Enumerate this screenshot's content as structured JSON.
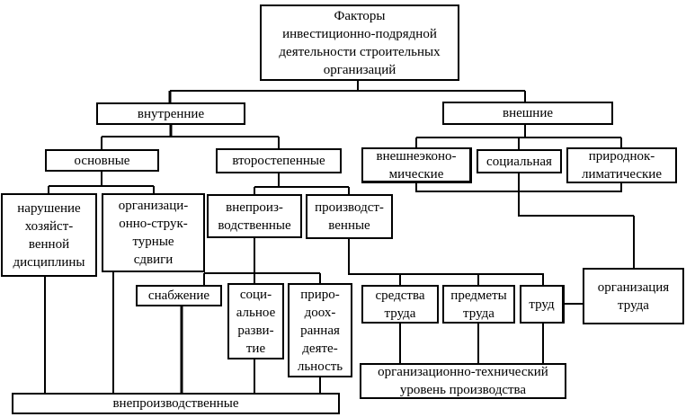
{
  "colors": {
    "line": "#000000",
    "box_border": "#000000",
    "background": "#ffffff"
  },
  "nodes": {
    "root": {
      "label": "Факторы\nинвестиционно-подрядной\nдеятельности строительных\nорганизаций"
    },
    "internal": {
      "label": "внутренние"
    },
    "external": {
      "label": "внешние"
    },
    "main": {
      "label": "основные"
    },
    "secondary": {
      "label": "второстепенные"
    },
    "foreign_economic": {
      "label": "внешнеэконо-\nмические"
    },
    "social": {
      "label": "социальная"
    },
    "climatic": {
      "label": "природнок-\nлиматические"
    },
    "discipline": {
      "label": "нарушение\nхозяйст-\nвенной\nдисциплины"
    },
    "org_structural": {
      "label": "организаци-\nонно-струк-\nтурные\nсдвиги"
    },
    "non_production": {
      "label": "внепроиз-\nводственные"
    },
    "production": {
      "label": "производст-\nвенные"
    },
    "supply": {
      "label": "снабжение"
    },
    "social_dev": {
      "label": "соци-\nальное\nразви-\nтие"
    },
    "environmental": {
      "label": "приро-\nдоох-\nранная\nдеяте-\nльность"
    },
    "means_labor": {
      "label": "средства\nтруда"
    },
    "objects_labor": {
      "label": "предметы\nтруда"
    },
    "labor": {
      "label": "труд"
    },
    "labor_org": {
      "label": "организация\nтруда"
    },
    "org_tech": {
      "label": "организационно-технический\nуровень производства"
    },
    "non_production_bottom": {
      "label": "внепроизводственные"
    }
  },
  "edges": [
    [
      "root",
      "internal"
    ],
    [
      "root",
      "external"
    ],
    [
      "internal",
      "main"
    ],
    [
      "internal",
      "secondary"
    ],
    [
      "external",
      "foreign_economic"
    ],
    [
      "external",
      "social"
    ],
    [
      "external",
      "climatic"
    ],
    [
      "main",
      "discipline"
    ],
    [
      "main",
      "org_structural"
    ],
    [
      "secondary",
      "non_production"
    ],
    [
      "secondary",
      "production"
    ],
    [
      "social",
      "labor_org"
    ],
    [
      "non_production",
      "supply"
    ],
    [
      "non_production",
      "social_dev"
    ],
    [
      "non_production",
      "environmental"
    ],
    [
      "production",
      "means_labor"
    ],
    [
      "production",
      "objects_labor"
    ],
    [
      "production",
      "labor"
    ],
    [
      "labor",
      "labor_org"
    ],
    [
      "means_labor",
      "org_tech"
    ],
    [
      "objects_labor",
      "org_tech"
    ],
    [
      "labor",
      "org_tech"
    ],
    [
      "discipline",
      "non_production_bottom"
    ],
    [
      "org_structural",
      "non_production_bottom"
    ],
    [
      "supply",
      "non_production_bottom"
    ],
    [
      "social_dev",
      "non_production_bottom"
    ],
    [
      "environmental",
      "non_production_bottom"
    ]
  ]
}
